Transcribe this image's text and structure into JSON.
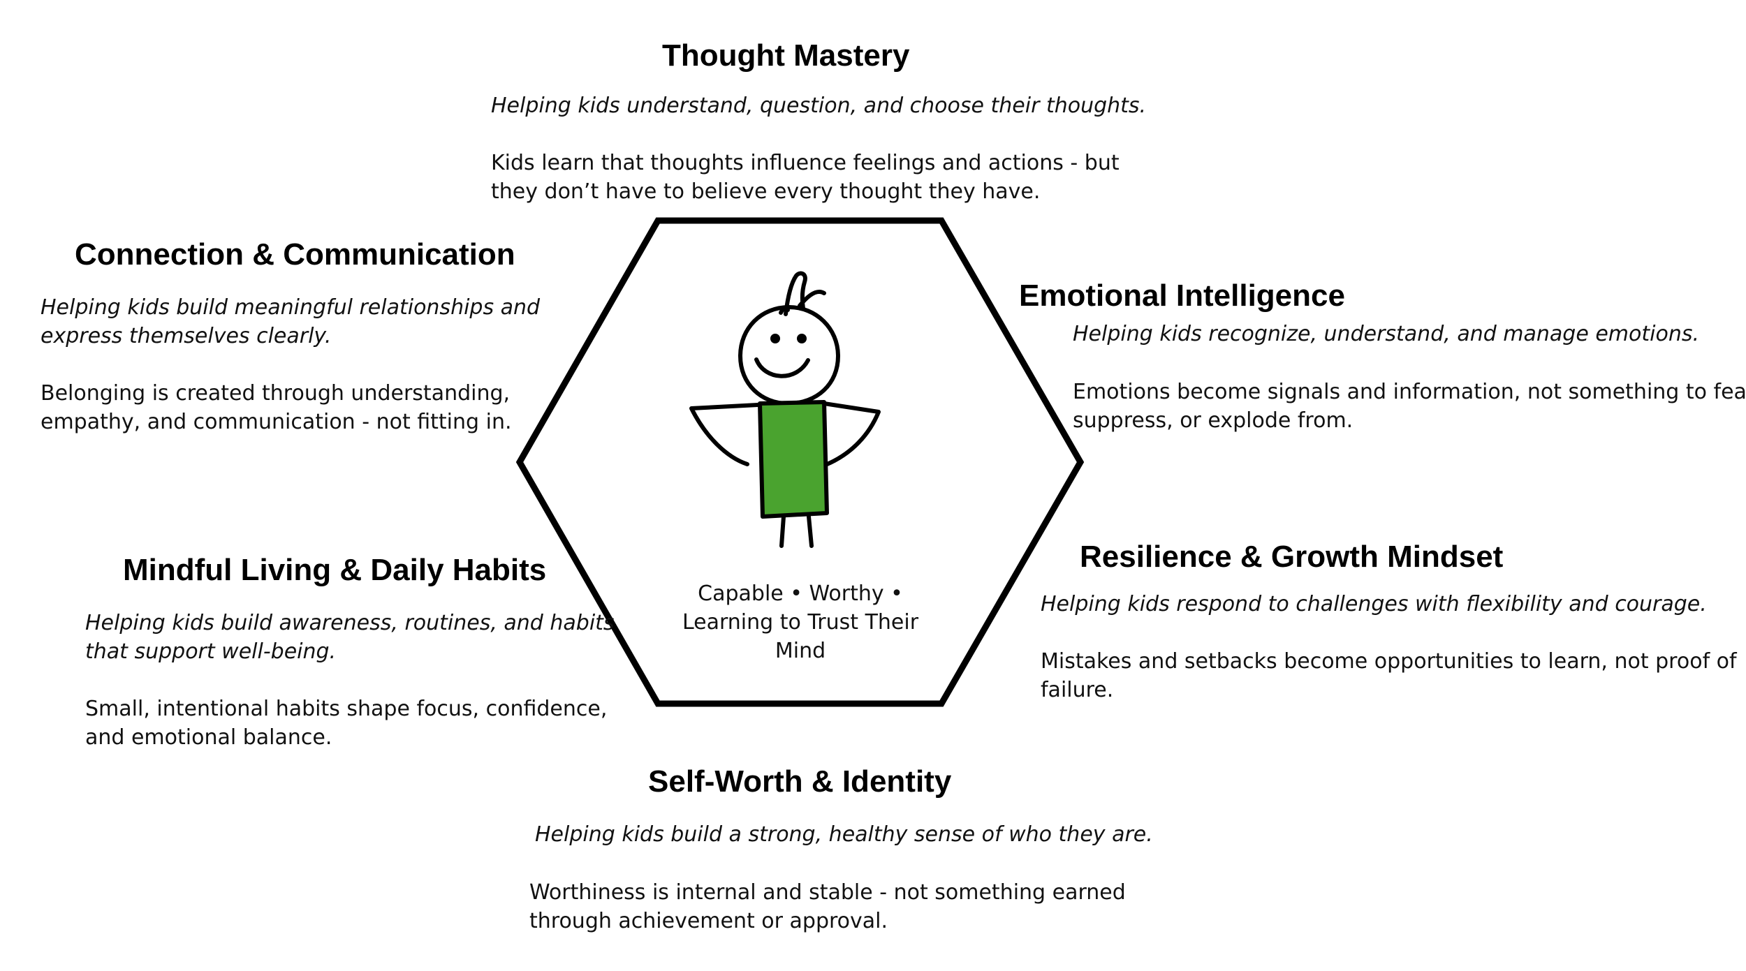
{
  "center": {
    "label_lines": [
      "Capable • Worthy •",
      "Learning to Trust Their",
      "Mind"
    ],
    "figure_shirt_color": "#4aa32f",
    "outline_color": "#000000"
  },
  "sections": {
    "thought_mastery": {
      "title": "Thought Mastery",
      "tagline": [
        "Helping kids understand, question, and choose their thoughts."
      ],
      "body": [
        "Kids learn that thoughts influence feelings and actions - but",
        "they don’t have to believe every thought they have."
      ]
    },
    "connection": {
      "title": "Connection & Communication",
      "tagline": [
        "Helping kids build meaningful relationships and",
        "express themselves clearly."
      ],
      "body": [
        "Belonging is created through understanding,",
        "empathy, and communication - not fitting in."
      ]
    },
    "emotional": {
      "title": "Emotional Intelligence",
      "tagline": [
        "Helping kids recognize, understand, and manage emotions."
      ],
      "body": [
        "Emotions become signals and information, not something to fear,",
        "suppress, or explode from."
      ]
    },
    "mindful": {
      "title": "Mindful Living & Daily Habits",
      "tagline": [
        "Helping kids build awareness, routines, and habits",
        "that support well-being."
      ],
      "body": [
        "Small, intentional habits shape focus, confidence,",
        "and emotional balance."
      ]
    },
    "resilience": {
      "title": "Resilience & Growth Mindset",
      "tagline": [
        "Helping kids respond to challenges with flexibility and courage."
      ],
      "body": [
        "Mistakes and setbacks become opportunities to learn, not proof of",
        "failure."
      ]
    },
    "self_worth": {
      "title": "Self-Worth & Identity",
      "tagline": [
        "Helping kids build a strong, healthy sense of who they are."
      ],
      "body": [
        "Worthiness is internal and stable - not something earned",
        "through achievement or approval."
      ]
    }
  }
}
